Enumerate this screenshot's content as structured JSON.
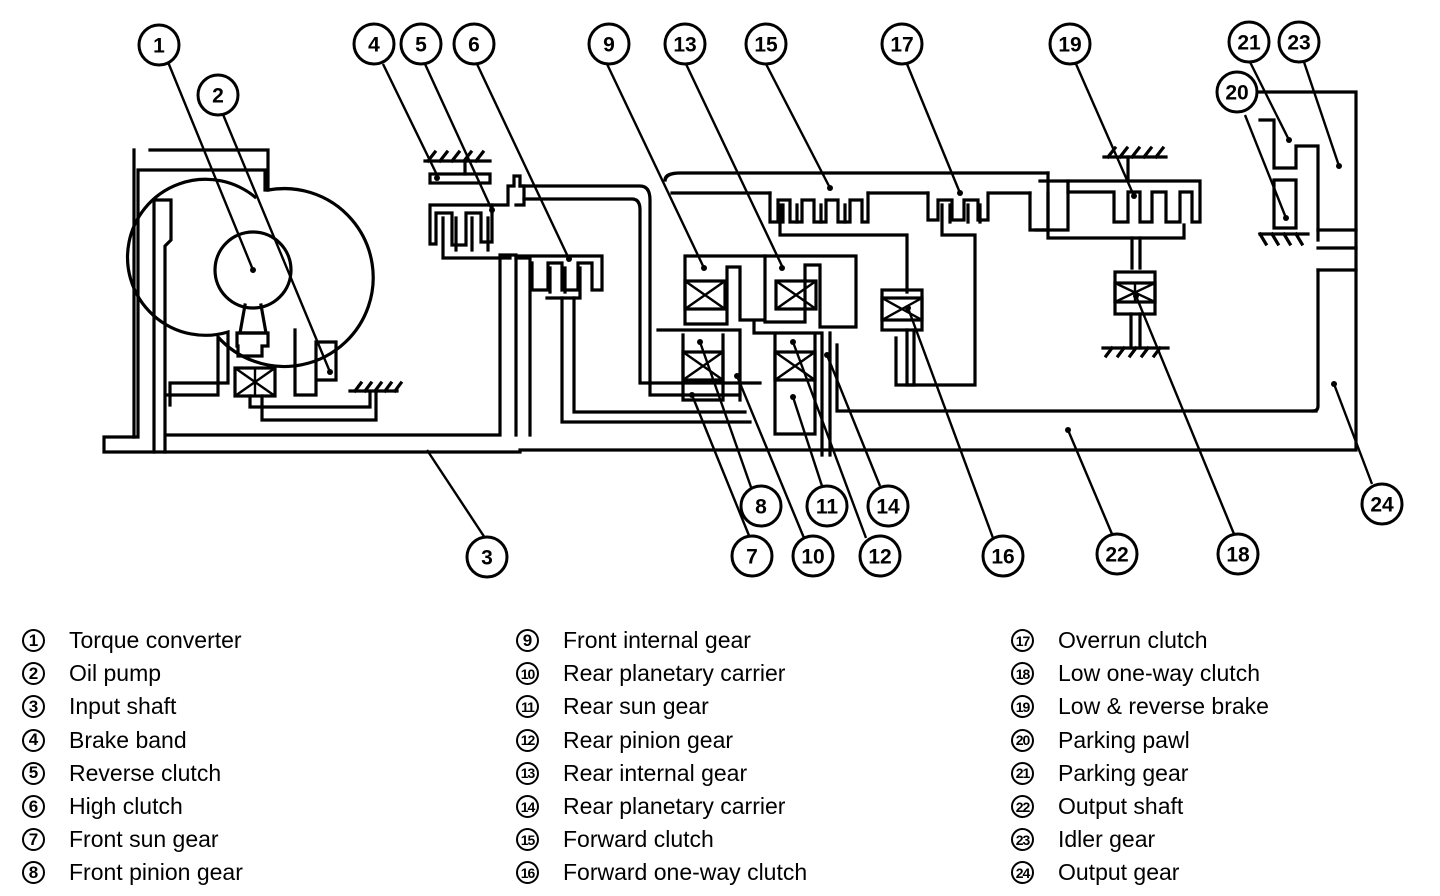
{
  "figure": {
    "title": "Automatic transaxle cross-section schematic",
    "callouts": [
      {
        "number": "1",
        "part": "Torque converter"
      },
      {
        "number": "2",
        "part": "Oil pump"
      },
      {
        "number": "3",
        "part": "Input shaft"
      },
      {
        "number": "4",
        "part": "Brake band"
      },
      {
        "number": "5",
        "part": "Reverse clutch"
      },
      {
        "number": "6",
        "part": "High clutch"
      },
      {
        "number": "7",
        "part": "Front sun gear"
      },
      {
        "number": "8",
        "part": "Front pinion gear"
      },
      {
        "number": "9",
        "part": "Front internal gear"
      },
      {
        "number": "10",
        "part": "Rear planetary carrier"
      },
      {
        "number": "11",
        "part": "Rear sun gear"
      },
      {
        "number": "12",
        "part": "Rear pinion gear"
      },
      {
        "number": "13",
        "part": "Rear internal gear"
      },
      {
        "number": "14",
        "part": "Rear planetary carrier"
      },
      {
        "number": "15",
        "part": "Forward clutch"
      },
      {
        "number": "16",
        "part": "Forward one-way clutch"
      },
      {
        "number": "17",
        "part": "Overrun clutch"
      },
      {
        "number": "18",
        "part": "Low one-way clutch"
      },
      {
        "number": "19",
        "part": "Low & reverse brake"
      },
      {
        "number": "20",
        "part": "Parking pawl"
      },
      {
        "number": "21",
        "part": "Parking gear"
      },
      {
        "number": "22",
        "part": "Output shaft"
      },
      {
        "number": "23",
        "part": "Idler gear"
      },
      {
        "number": "24",
        "part": "Output gear"
      }
    ]
  },
  "legend": {
    "columns": [
      [
        {
          "number": "1",
          "label": "Torque converter"
        },
        {
          "number": "2",
          "label": "Oil pump"
        },
        {
          "number": "3",
          "label": "Input shaft"
        },
        {
          "number": "4",
          "label": "Brake band"
        },
        {
          "number": "5",
          "label": "Reverse clutch"
        },
        {
          "number": "6",
          "label": "High clutch"
        },
        {
          "number": "7",
          "label": "Front sun gear"
        },
        {
          "number": "8",
          "label": "Front pinion gear"
        }
      ],
      [
        {
          "number": "9",
          "label": "Front internal gear"
        },
        {
          "number": "10",
          "label": "Rear planetary carrier"
        },
        {
          "number": "11",
          "label": "Rear sun gear"
        },
        {
          "number": "12",
          "label": "Rear pinion gear"
        },
        {
          "number": "13",
          "label": "Rear internal gear"
        },
        {
          "number": "14",
          "label": "Rear planetary carrier"
        },
        {
          "number": "15",
          "label": "Forward clutch"
        },
        {
          "number": "16",
          "label": "Forward one-way clutch"
        }
      ],
      [
        {
          "number": "17",
          "label": "Overrun clutch"
        },
        {
          "number": "18",
          "label": "Low one-way clutch"
        },
        {
          "number": "19",
          "label": "Low & reverse brake"
        },
        {
          "number": "20",
          "label": "Parking pawl"
        },
        {
          "number": "21",
          "label": "Parking gear"
        },
        {
          "number": "22",
          "label": "Output shaft"
        },
        {
          "number": "23",
          "label": "Idler gear"
        },
        {
          "number": "24",
          "label": "Output gear"
        }
      ]
    ]
  }
}
